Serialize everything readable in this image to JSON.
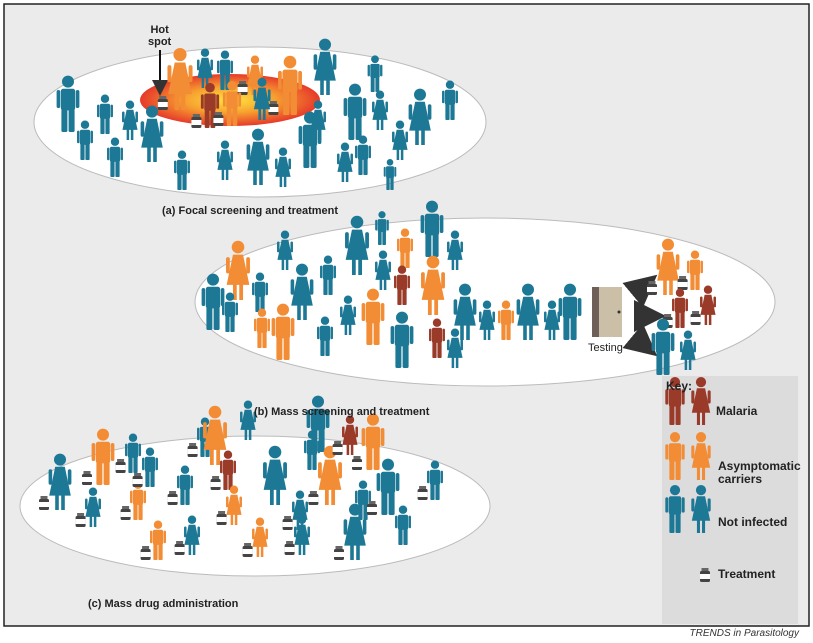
{
  "colors": {
    "not_infected": "#1d7895",
    "asymptomatic": "#f28c35",
    "malaria": "#9a3b2a",
    "background": "#ebebec",
    "key_panel": "#dcdcdd"
  },
  "panels": {
    "a": {
      "title": "(a) Focal screening and treatment",
      "hotspot_label_line1": "Hot",
      "hotspot_label_line2": "spot"
    },
    "b": {
      "title": "(b) Mass screening and treatment",
      "testing_label": "Testing"
    },
    "c": {
      "title": "(c) Mass drug administration"
    }
  },
  "key": {
    "title": "Key:",
    "items": [
      {
        "label": "Malaria",
        "icon": "malaria-person-icon"
      },
      {
        "label_line1": "Asymptomatic",
        "label_line2": "carriers",
        "icon": "asymptomatic-person-icon"
      },
      {
        "label": "Not infected",
        "icon": "not-infected-person-icon"
      },
      {
        "label": "Treatment",
        "icon": "medicine-bottle-icon"
      }
    ]
  },
  "credit": "TRENDS in Parasitology"
}
